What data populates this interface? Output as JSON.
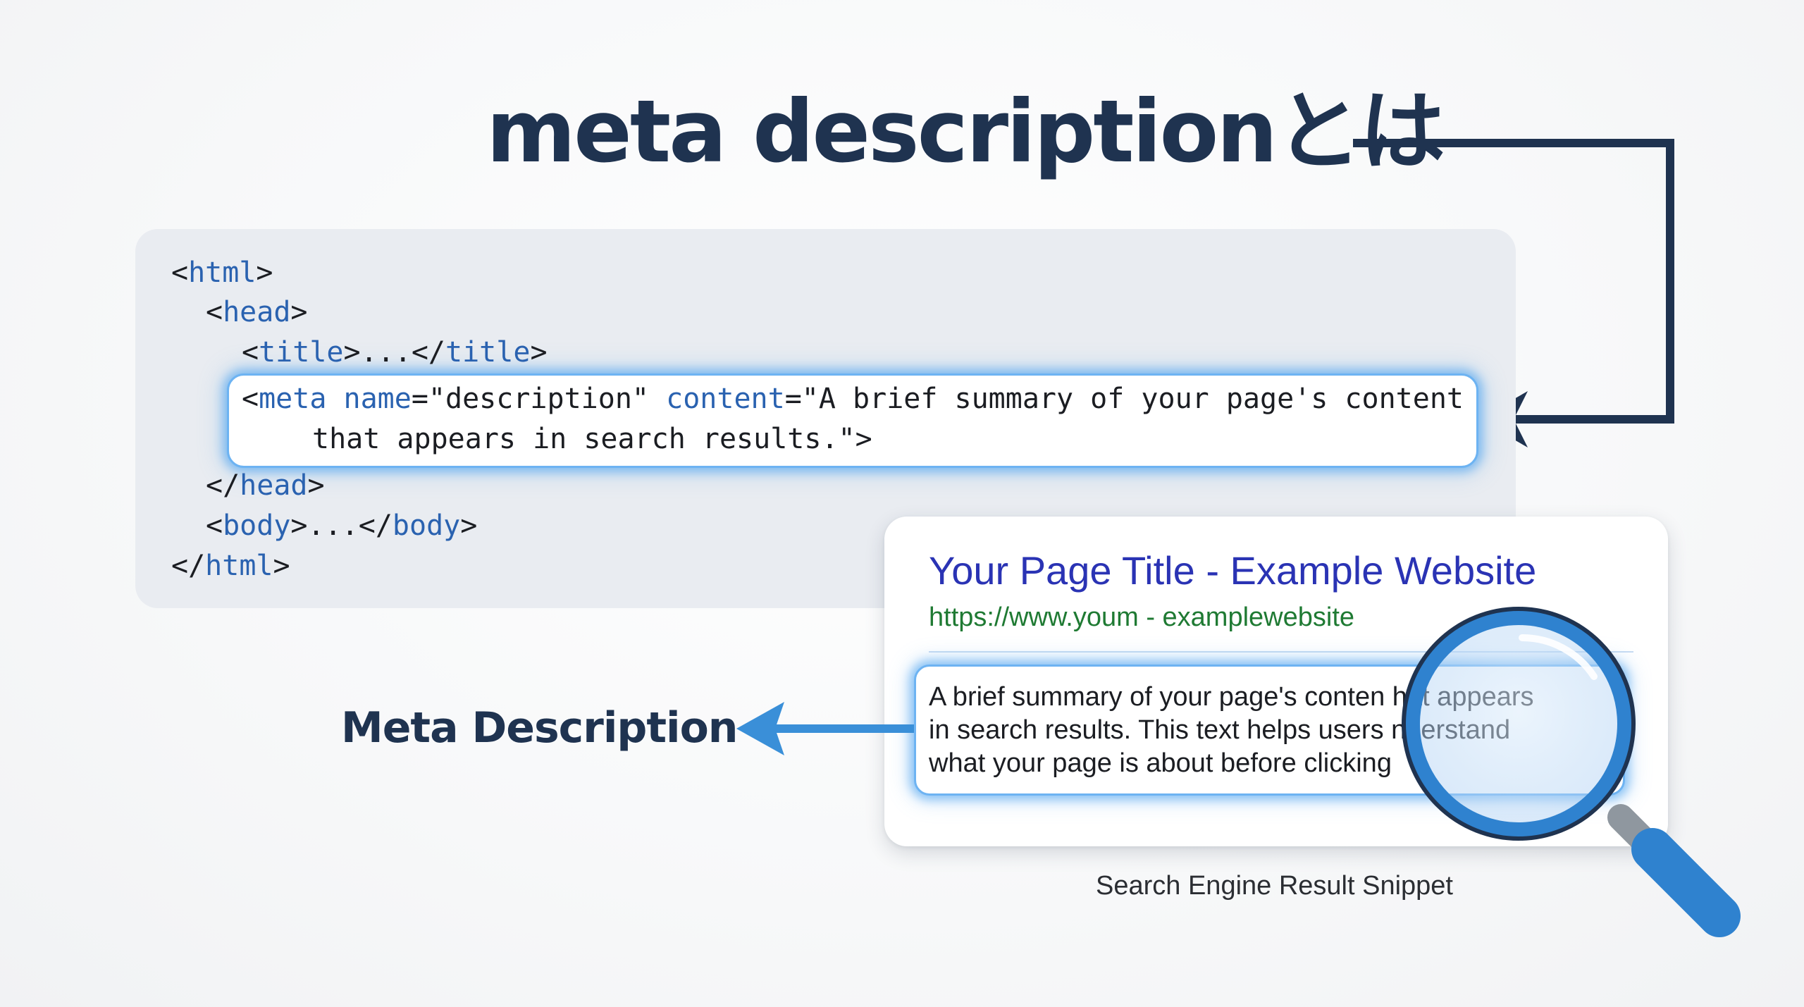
{
  "title": "meta descriptionとは",
  "code": {
    "lines": [
      "<html>",
      "<head>",
      "<title>...</title>",
      "<meta name=\"description\" content=\"A brief summary of your page's content",
      "that appears in search results.\">",
      "</head>",
      "<body>...</body>",
      "</html>"
    ],
    "tags": {
      "html": "html",
      "head": "head",
      "title": "title",
      "meta": "meta",
      "body": "body"
    },
    "attrs": {
      "name": "name",
      "content": "content"
    },
    "values": {
      "name_value": "\"description\"",
      "content_value_1": "\"A brief summary of your page's content",
      "content_value_2": "that appears in search results.\">"
    }
  },
  "serp": {
    "title": "Your Page Title - Example Website",
    "url": "https://www.youm - examplewebsite",
    "description_lines": [
      "A brief summary of your page's conten  hat appears",
      "in search results. This text helps users  nderstand",
      "what your page is about before clicking"
    ],
    "caption": "Search Engine Result Snippet"
  },
  "meta_label": "Meta Description",
  "colors": {
    "heading": "#1f3350",
    "tag": "#2a62b0",
    "serp_title": "#2a33b4",
    "serp_url": "#1f7a33",
    "glow": "#4c9fee",
    "arrow_blue": "#3a8fd8",
    "magnifier_blue": "#2f82cf"
  },
  "icons": {
    "magnifier": "magnifying-glass-icon",
    "connector": "elbow-arrow-icon",
    "pointer": "left-arrow-icon"
  }
}
